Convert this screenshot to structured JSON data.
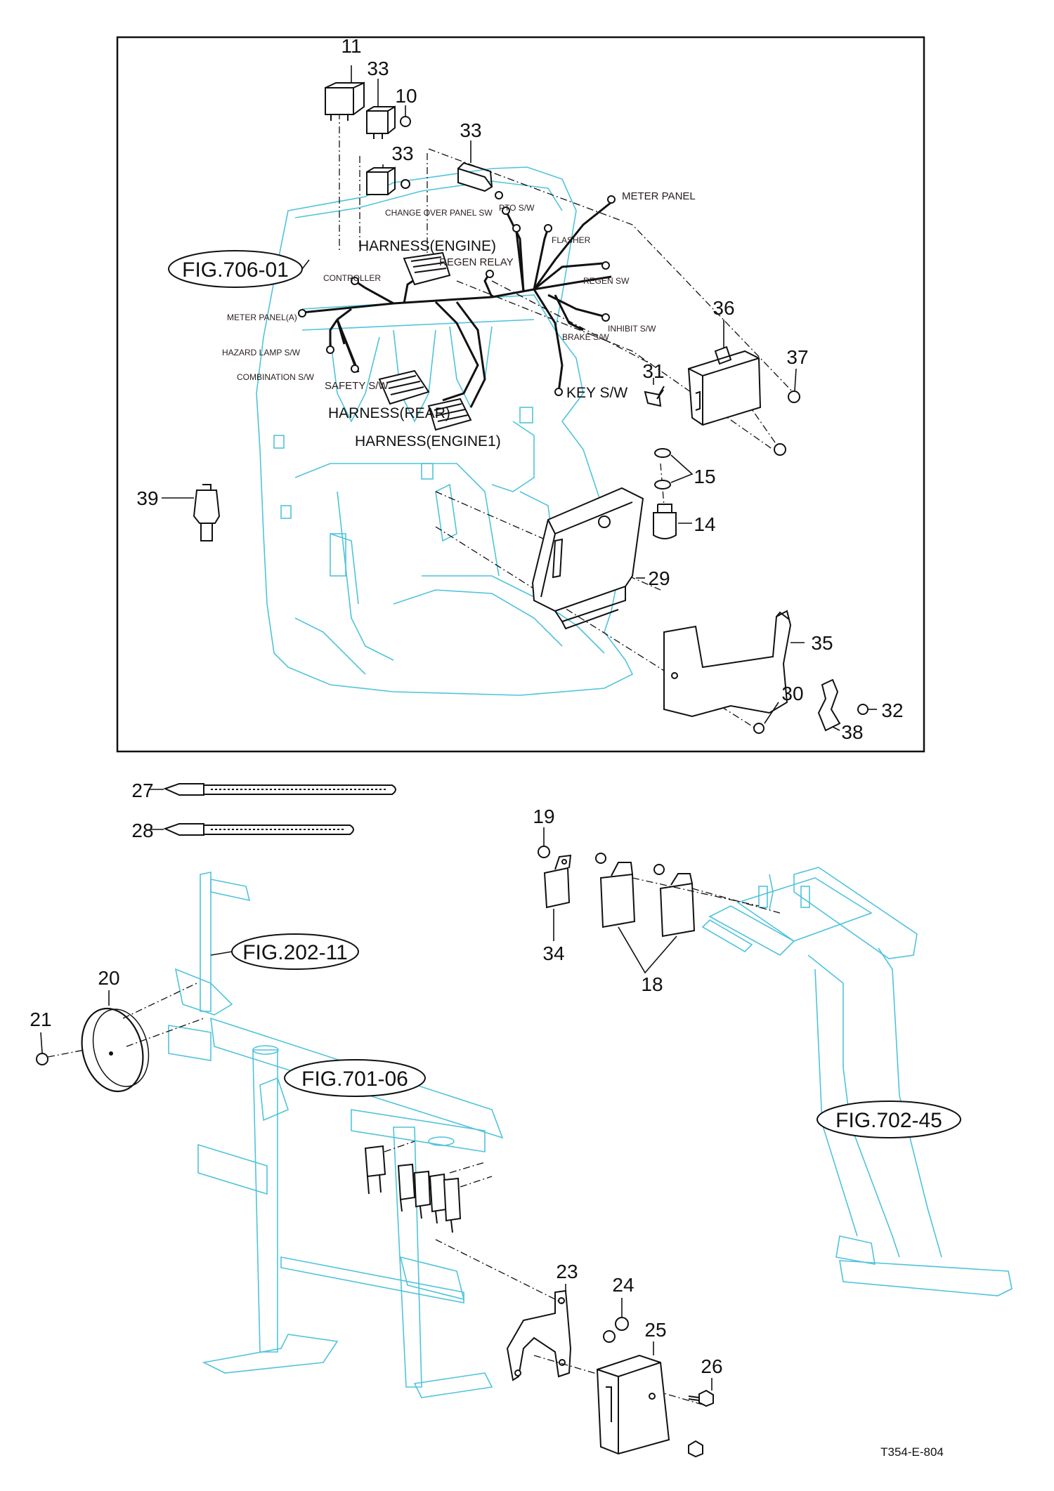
{
  "part_numbers": {
    "p11": "11",
    "p33a": "33",
    "p10": "10",
    "p33b": "33",
    "p33c": "33",
    "p36": "36",
    "p37": "37",
    "p31": "31",
    "p15": "15",
    "p14": "14",
    "p39": "39",
    "p29": "29",
    "p35": "35",
    "p30": "30",
    "p32": "32",
    "p38": "38",
    "p27": "27",
    "p28": "28",
    "p19": "19",
    "p34": "34",
    "p18": "18",
    "p20": "20",
    "p21": "21",
    "p23": "23",
    "p24": "24",
    "p25": "25",
    "p26": "26"
  },
  "harness_labels": {
    "meter_panel": "METER PANEL",
    "change_over_panel": "CHANGE OVER PANEL SW",
    "pto_sw": "PTO S/W",
    "flasher": "FLASHER",
    "harness_engine": "HARNESS(ENGINE)",
    "regen_relay": "REGEN RELAY",
    "controller": "CONTROLLER",
    "regen_sw": "REGEN SW",
    "meter_panel_a": "METER PANEL(A)",
    "inhibit_sw": "INHIBIT S/W",
    "brake_sw": "BRAKE S/W",
    "hazard_lamp_sw": "HAZARD LAMP S/W",
    "combination_sw": "COMBINATION  S/W",
    "safety_sw": "SAFETY S/W",
    "key_sw": "KEY S/W",
    "harness_rear": "HARNESS(REAR)",
    "harness_engine1": "HARNESS(ENGINE1)"
  },
  "figure_refs": {
    "fig_706_01": "FIG.706-01",
    "fig_202_11": "FIG.202-11",
    "fig_701_06": "FIG.701-06",
    "fig_702_45": "FIG.702-45"
  },
  "drawing_code": "T354-E-804",
  "colors": {
    "frame_lines": "#4fc3dc",
    "parts_lines": "#111111",
    "background": "#ffffff"
  }
}
